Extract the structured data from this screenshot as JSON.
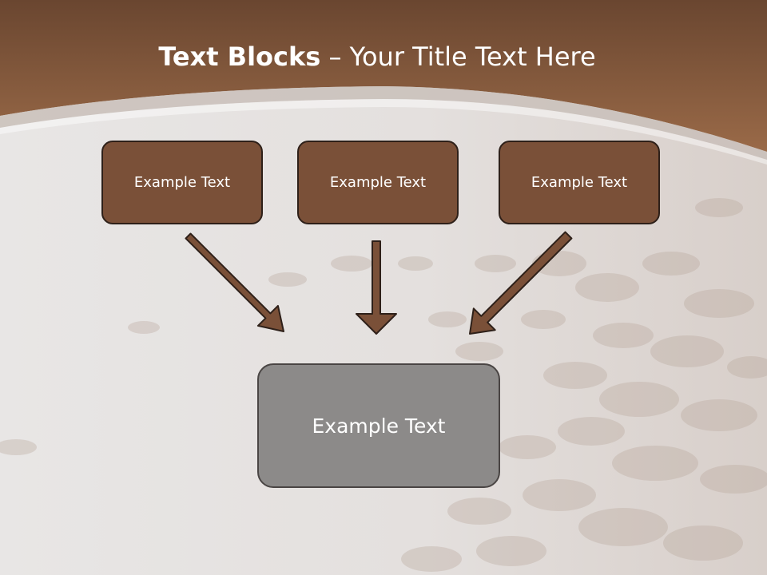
{
  "title": {
    "bold": "Text Blocks",
    "separator": " – ",
    "rest": "Your Title Text Here"
  },
  "boxes": {
    "top_left": "Example Text",
    "top_center": "Example Text",
    "top_right": "Example Text",
    "bottom": "Example Text"
  },
  "colors": {
    "header_brown": "#8a5a3c",
    "box_brown": "#7a5038",
    "box_gray": "#8c8a89",
    "arrow_fill": "#7a5038",
    "outline": "#2e2019",
    "mist": "#e6e3e1"
  }
}
